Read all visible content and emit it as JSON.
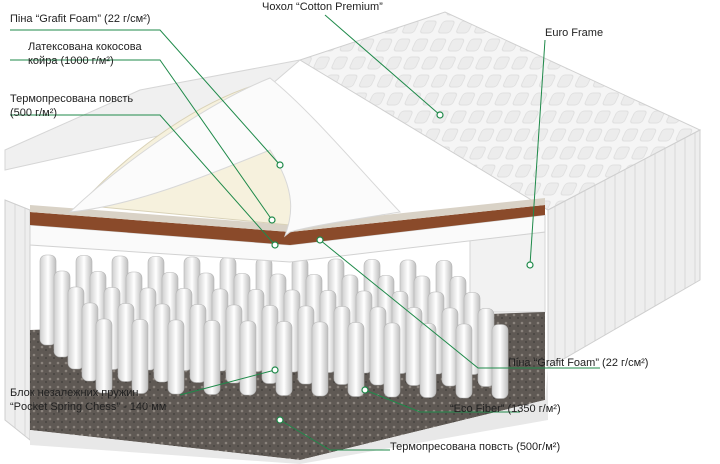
{
  "labels": {
    "grafit_top": "Піна “Grafit Foam” (22 г/см²)",
    "latex_coir_1": "Латексована кокосова",
    "latex_coir_2": "койра (1000 г/м²)",
    "felt_top_1": "Термопресована повсть",
    "felt_top_2": "(500 г/м²)",
    "cover": "Чохол “Cotton Premium”",
    "euro_frame": "Euro Frame",
    "grafit_bottom": "Піна “Grafit Foam” (22 г/см²)",
    "springs_1": "Блок незалежних пружин",
    "springs_2": "“Pocket Spring Chess” - 140 мм",
    "eco_fiber": "“Eco Fiber” (1350 г/м²)",
    "felt_bottom": "Термопресована повсть (500г/м²)"
  },
  "colors": {
    "leader": "#1f8a4a",
    "cover": "#f4f4f4",
    "coir": "#8a4a2a",
    "latex": "#f6f1dd",
    "eco_fiber": "#6e6760"
  }
}
